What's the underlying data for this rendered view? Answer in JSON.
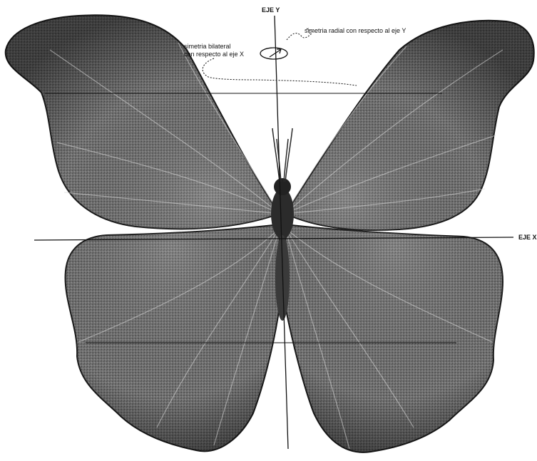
{
  "labels": {
    "axis_y": "EJE Y",
    "axis_x": "EJE X",
    "radial_symmetry": "simetria radial con respecto al eje Y",
    "bilateral_line1": "simetria bilateral",
    "bilateral_line2": "con respecto al eje X"
  },
  "colors": {
    "wing_dark": "#3a3a3a",
    "wing_mid": "#6a6a6a",
    "wing_light": "#9a9a9a",
    "line": "#111111"
  },
  "icons": [
    "rotation-ellipse-icon"
  ]
}
